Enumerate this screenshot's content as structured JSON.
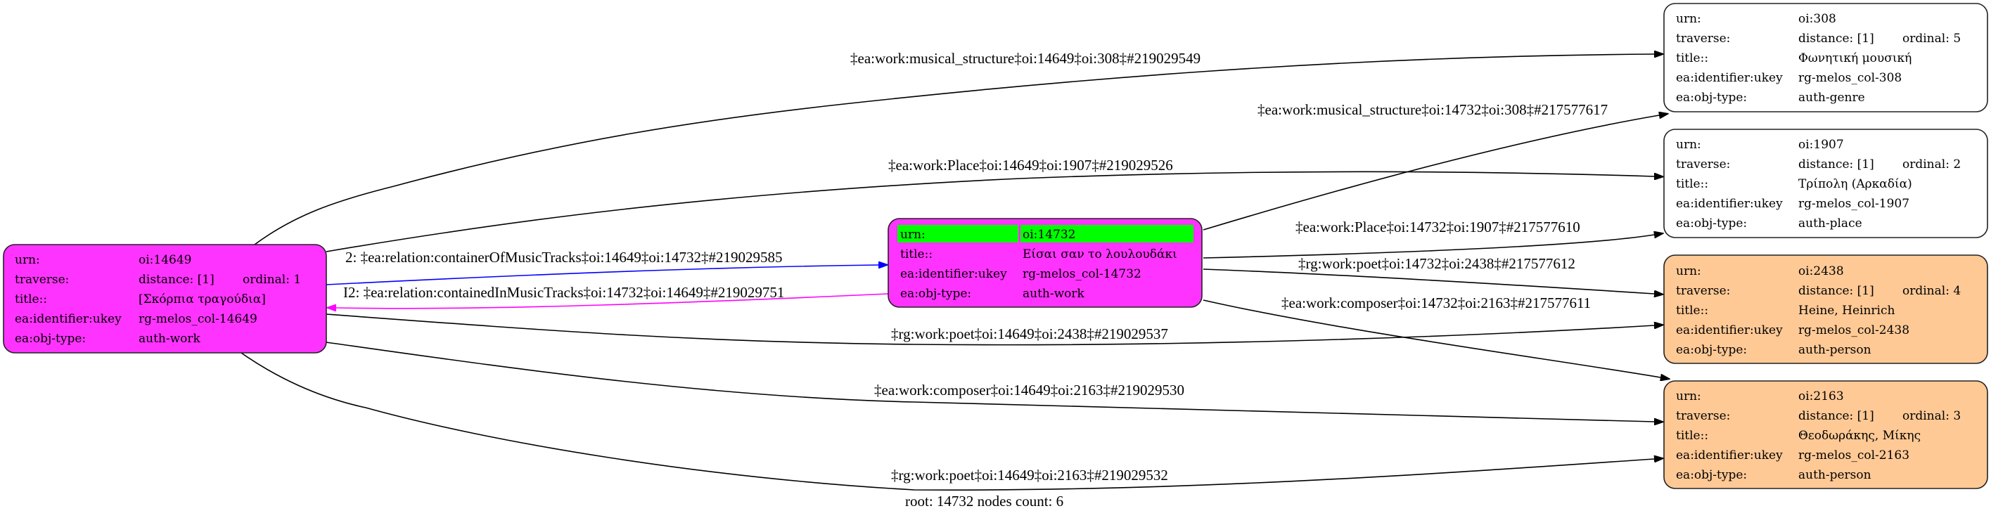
{
  "colors": {
    "work_node": "#ff33ff",
    "person_node": "#ffc995",
    "plain_node": "#ffffff",
    "root_highlight": "#00ff00",
    "edge_default": "#000000",
    "edge_container": "#0000ff",
    "edge_contained": "#ff00ff"
  },
  "nodes": [
    {
      "id": "14649",
      "fill": "work_node",
      "fields": [
        {
          "key": "urn:",
          "value": "oi:14649"
        },
        {
          "key": "traverse:",
          "value": "distance: [1]",
          "extra": "ordinal: 1"
        },
        {
          "key": "title::",
          "value": "[Σκόρπια τραγούδια]"
        },
        {
          "key": "ea:identifier:ukey",
          "value": "rg-melos_col-14649"
        },
        {
          "key": "ea:obj-type:",
          "value": "auth-work"
        }
      ]
    },
    {
      "id": "14732",
      "fill": "work_node",
      "root": true,
      "fields": [
        {
          "key": "urn:",
          "value": "oi:14732"
        },
        {
          "key": "title::",
          "value": "Είσαι σαν το λουλουδάκι"
        },
        {
          "key": "ea:identifier:ukey",
          "value": "rg-melos_col-14732"
        },
        {
          "key": "ea:obj-type:",
          "value": "auth-work"
        }
      ]
    },
    {
      "id": "308",
      "fill": "plain_node",
      "fields": [
        {
          "key": "urn:",
          "value": "oi:308"
        },
        {
          "key": "traverse:",
          "value": "distance: [1]",
          "extra": "ordinal: 5"
        },
        {
          "key": "title::",
          "value": "Φωνητική μουσική"
        },
        {
          "key": "ea:identifier:ukey",
          "value": "rg-melos_col-308"
        },
        {
          "key": "ea:obj-type:",
          "value": "auth-genre"
        }
      ]
    },
    {
      "id": "1907",
      "fill": "plain_node",
      "fields": [
        {
          "key": "urn:",
          "value": "oi:1907"
        },
        {
          "key": "traverse:",
          "value": "distance: [1]",
          "extra": "ordinal: 2"
        },
        {
          "key": "title::",
          "value": "Τρίπολη (Αρκαδία)"
        },
        {
          "key": "ea:identifier:ukey",
          "value": "rg-melos_col-1907"
        },
        {
          "key": "ea:obj-type:",
          "value": "auth-place"
        }
      ]
    },
    {
      "id": "2438",
      "fill": "person_node",
      "fields": [
        {
          "key": "urn:",
          "value": "oi:2438"
        },
        {
          "key": "traverse:",
          "value": "distance: [1]",
          "extra": "ordinal: 4"
        },
        {
          "key": "title::",
          "value": "Heine, Heinrich"
        },
        {
          "key": "ea:identifier:ukey",
          "value": "rg-melos_col-2438"
        },
        {
          "key": "ea:obj-type:",
          "value": "auth-person"
        }
      ]
    },
    {
      "id": "2163",
      "fill": "person_node",
      "fields": [
        {
          "key": "urn:",
          "value": "oi:2163"
        },
        {
          "key": "traverse:",
          "value": "distance: [1]",
          "extra": "ordinal: 3"
        },
        {
          "key": "title::",
          "value": "Θεοδωράκης, Μίκης"
        },
        {
          "key": "ea:identifier:ukey",
          "value": "rg-melos_col-2163"
        },
        {
          "key": "ea:obj-type:",
          "value": "auth-person"
        }
      ]
    }
  ],
  "edges": [
    {
      "from": "14649",
      "to": "308",
      "color": "edge_default",
      "label": "‡ea:work:musical_structure‡oi:14649‡oi:308‡#219029549"
    },
    {
      "from": "14649",
      "to": "1907",
      "color": "edge_default",
      "label": "‡ea:work:Place‡oi:14649‡oi:1907‡#219029526"
    },
    {
      "from": "14649",
      "to": "14732",
      "color": "edge_container",
      "label": "2: ‡ea:relation:containerOfMusicTracks‡oi:14649‡oi:14732‡#219029585"
    },
    {
      "from": "14732",
      "to": "14649",
      "color": "edge_contained",
      "label": "I2: ‡ea:relation:containedInMusicTracks‡oi:14732‡oi:14649‡#219029751"
    },
    {
      "from": "14649",
      "to": "2438",
      "color": "edge_default",
      "label": "‡rg:work:poet‡oi:14649‡oi:2438‡#219029537"
    },
    {
      "from": "14649",
      "to": "2163",
      "color": "edge_default",
      "label": "‡ea:work:composer‡oi:14649‡oi:2163‡#219029530"
    },
    {
      "from": "14649",
      "to": "2163",
      "color": "edge_default",
      "label": "‡rg:work:poet‡oi:14649‡oi:2163‡#219029532"
    },
    {
      "from": "14732",
      "to": "308",
      "color": "edge_default",
      "label": "‡ea:work:musical_structure‡oi:14732‡oi:308‡#217577617"
    },
    {
      "from": "14732",
      "to": "1907",
      "color": "edge_default",
      "label": "‡ea:work:Place‡oi:14732‡oi:1907‡#217577610"
    },
    {
      "from": "14732",
      "to": "2438",
      "color": "edge_default",
      "label": "‡rg:work:poet‡oi:14732‡oi:2438‡#217577612"
    },
    {
      "from": "14732",
      "to": "2163",
      "color": "edge_default",
      "label": "‡ea:work:composer‡oi:14732‡oi:2163‡#217577611"
    }
  ],
  "footer": {
    "caption": "root: 14732 nodes count: 6"
  }
}
